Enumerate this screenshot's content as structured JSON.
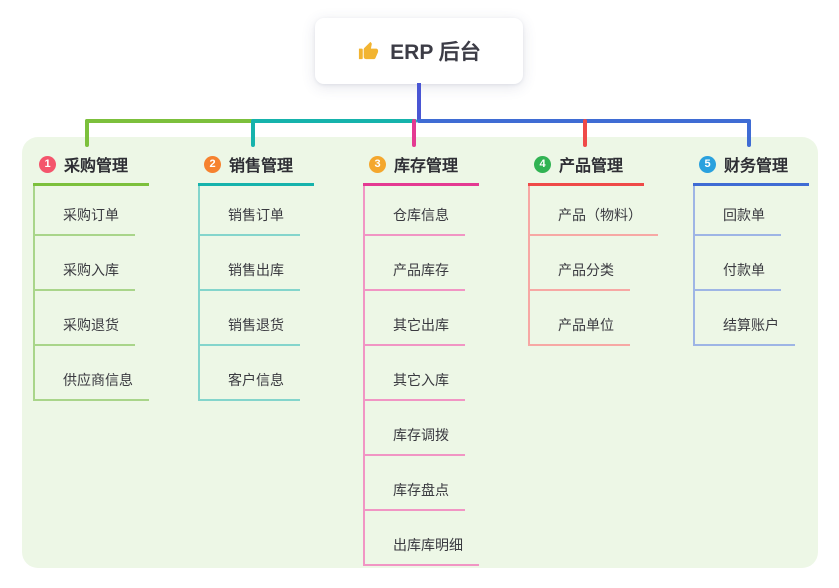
{
  "root": {
    "label": "ERP 后台",
    "icon": "thumbs-up-icon",
    "icon_color": "#f2b431",
    "connector_color": "#4a56d4"
  },
  "panel": {
    "background": "#edf7e6"
  },
  "branches": [
    {
      "number": "1",
      "label": "采购管理",
      "badge_color": "#f4556c",
      "line_color": "#7cc03c",
      "child_line_color": "#a9d58a",
      "children": [
        "采购订单",
        "采购入库",
        "采购退货",
        "供应商信息"
      ]
    },
    {
      "number": "2",
      "label": "销售管理",
      "badge_color": "#f6822f",
      "line_color": "#16b3ac",
      "child_line_color": "#84d5cc",
      "children": [
        "销售订单",
        "销售出库",
        "销售退货",
        "客户信息"
      ]
    },
    {
      "number": "3",
      "label": "库存管理",
      "badge_color": "#f4a72d",
      "line_color": "#e43a92",
      "child_line_color": "#f195c4",
      "children": [
        "仓库信息",
        "产品库存",
        "其它出库",
        "其它入库",
        "库存调拨",
        "库存盘点",
        "出库库明细"
      ]
    },
    {
      "number": "4",
      "label": "产品管理",
      "badge_color": "#31b353",
      "line_color": "#ef4a48",
      "child_line_color": "#f7a8a4",
      "children": [
        "产品（物料）",
        "产品分类",
        "产品单位"
      ]
    },
    {
      "number": "5",
      "label": "财务管理",
      "badge_color": "#2aa1de",
      "line_color": "#3f6cd4",
      "child_line_color": "#9eb5e5",
      "children": [
        "回款单",
        "付款单",
        "结算账户"
      ]
    }
  ]
}
